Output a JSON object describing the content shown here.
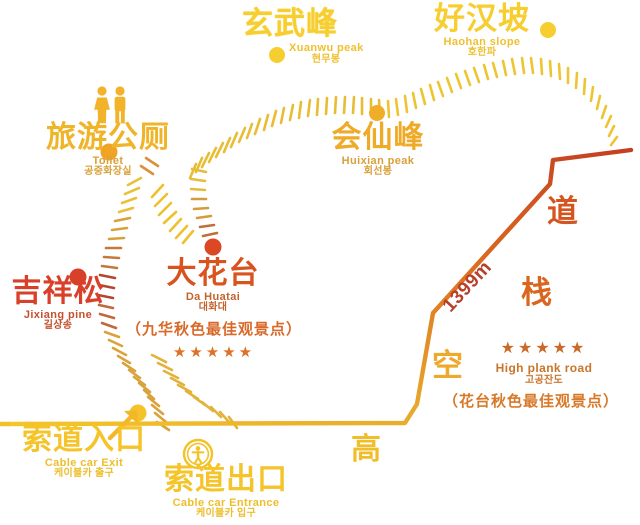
{
  "map": {
    "title_type": "tourist trail map",
    "colors": {
      "yellow": "#F6C726",
      "yellow_light": "#F9D84A",
      "gold": "#EFB02A",
      "orange": "#E3872B",
      "orange_deep": "#D9661F",
      "red": "#D3452A",
      "brown_red": "#B5432C",
      "tan": "#C98F4B",
      "background": "#FFFFFF"
    },
    "points_of_interest": [
      {
        "id": "xuanwu-peak",
        "cn": "玄武峰",
        "en": "Xuanwu peak",
        "kr": "현무봉",
        "color": "#F6C726",
        "marker": "yellow-dot"
      },
      {
        "id": "haohan-slope",
        "cn": "好汉坡",
        "en": "Haohan slope",
        "kr": "호한파",
        "color": "#F6C726",
        "marker": "yellow-dot"
      },
      {
        "id": "huixian-peak",
        "cn": "会仙峰",
        "en": "Huixian peak",
        "kr": "회선봉",
        "color": "#EFAF27",
        "marker": "orange-dot"
      },
      {
        "id": "toilet",
        "cn": "旅游公厕",
        "en": "Toilet",
        "kr": "공중화장실",
        "color": "#EFAF27",
        "icon": "restroom-icon",
        "marker": "orange-dot"
      },
      {
        "id": "jixiang-pine",
        "cn": "吉祥松",
        "en": "Jixiang pine",
        "kr": "길상송",
        "color": "#D3452A",
        "marker": "red-dot"
      },
      {
        "id": "da-huatai",
        "cn": "大花台",
        "en": "Da Huatai",
        "kr": "대화대",
        "note": "（九华秋色最佳观景点）",
        "stars": "★★★★★",
        "star_count": 5,
        "color": "#D9531F",
        "marker": "red-dot"
      },
      {
        "id": "cable-car-exit",
        "cn": "索道入口",
        "en": "Cable car Exit",
        "kr": "케이블카 출구",
        "color": "#F6C726",
        "icon": "arrow-up-right-icon",
        "marker": "yellow-dot"
      },
      {
        "id": "cable-car-entrance",
        "cn": "索道出口",
        "en": "Cable car Entrance",
        "kr": "케이블카 입구",
        "color": "#F6C726",
        "icon": "cable-car-badge-icon"
      },
      {
        "id": "high-plank-road",
        "en": "High plank road",
        "kr": "고공잔도",
        "note": "（花台秋色最佳观景点）",
        "stars": "★★★★★",
        "star_count": 5,
        "color": "#C9752B"
      }
    ],
    "route_label": {
      "id": "high-plank-road-route",
      "vertical_chars": [
        "高",
        "空",
        "栈",
        "道"
      ],
      "distance": "1399m"
    }
  }
}
